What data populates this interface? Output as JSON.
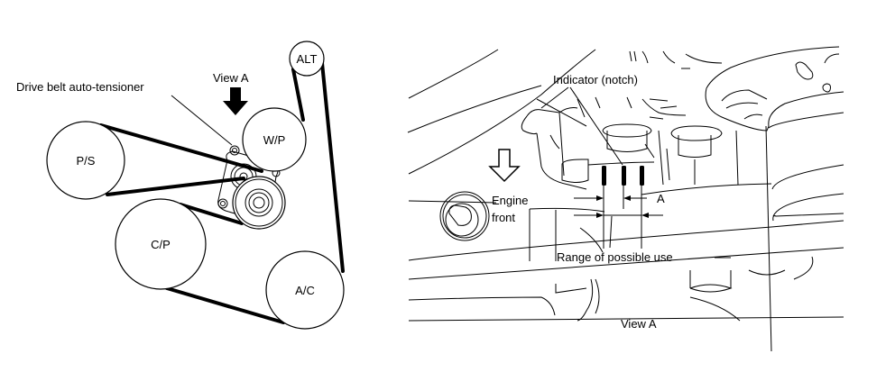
{
  "left_figure": {
    "title_callout": "Drive belt auto-tensioner",
    "view_label": "View A",
    "pulleys": [
      {
        "id": "alt",
        "label": "ALT"
      },
      {
        "id": "wp",
        "label": "W/P"
      },
      {
        "id": "ps",
        "label": "P/S"
      },
      {
        "id": "cp",
        "label": "C/P"
      },
      {
        "id": "ac",
        "label": "A/C"
      }
    ]
  },
  "right_figure": {
    "indicator_label": "Indicator (notch)",
    "engine_front_line1": "Engine",
    "engine_front_line2": "front",
    "dimension_label": "A",
    "range_label": "Range of possible use",
    "caption": "View A"
  }
}
